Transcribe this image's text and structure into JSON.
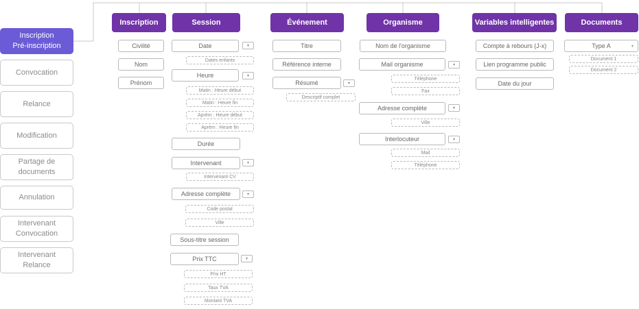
{
  "left_menu": [
    {
      "label": "Inscription\nPré-inscription"
    },
    {
      "label": "Convocation"
    },
    {
      "label": "Relance"
    },
    {
      "label": "Modification"
    },
    {
      "label": "Partage de\ndocuments"
    },
    {
      "label": "Annulation"
    },
    {
      "label": "Intervenant\nConvocation"
    },
    {
      "label": "Intervenant\nRelance"
    }
  ],
  "columns": {
    "inscription": {
      "title": "Inscription",
      "fields": [
        "Civilité",
        "Nom",
        "Prénom"
      ]
    },
    "session": {
      "title": "Session",
      "date": {
        "label": "Date",
        "subs": [
          "Dates enfants"
        ]
      },
      "heure": {
        "label": "Heure",
        "subs": [
          "Matin : Heure début",
          "Matin : Heure fin",
          "Aprèm : Heure début",
          "Aprèm : Heure fin"
        ]
      },
      "duree": {
        "label": "Durée"
      },
      "intervenant": {
        "label": "Intervenant",
        "subs": [
          "Intervenant CV"
        ]
      },
      "adresse": {
        "label": "Adresse complète",
        "subs": [
          "Code postal",
          "Ville"
        ]
      },
      "soustitre": {
        "label": "Sous-titre session"
      },
      "prix": {
        "label": "Prix TTC",
        "subs": [
          "Prix HT",
          "Taux TVA",
          "Montant TVA"
        ]
      }
    },
    "evenement": {
      "title": "Événement",
      "fields": [
        "Titre",
        "Référence interne"
      ],
      "resume": {
        "label": "Résumé",
        "subs": [
          "Descriptif complet"
        ]
      }
    },
    "organisme": {
      "title": "Organisme",
      "nom": {
        "label": "Nom de l'organisme"
      },
      "mail": {
        "label": "Mail organisme",
        "subs": [
          "Téléphone",
          "Fax"
        ]
      },
      "adresse": {
        "label": "Adresse complète",
        "subs": [
          "Ville"
        ]
      },
      "interlocuteur": {
        "label": "Interlocuteur",
        "subs": [
          "Mail",
          "Téléphone"
        ]
      }
    },
    "variables": {
      "title": "Variables intelligentes",
      "fields": [
        "Compte à rebours (J-x)",
        "Lien programme public",
        "Date du jour"
      ]
    },
    "documents": {
      "title": "Documents",
      "type": {
        "label": "Type A",
        "subs": [
          "Document 1",
          "Document 2"
        ]
      }
    }
  },
  "expand_glyph": "▾",
  "colors": {
    "header": "#7033a8",
    "active": "#6b5bd6",
    "line": "#c8c8c8"
  }
}
